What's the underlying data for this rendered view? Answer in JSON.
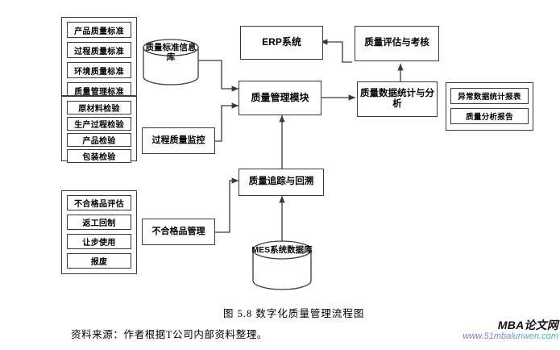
{
  "diagram": {
    "groups": [
      {
        "name": "standards-group",
        "items": [
          "产品质量标准",
          "过程质量标准",
          "环境质量标准",
          "质量管理标准"
        ]
      },
      {
        "name": "inspection-group",
        "items": [
          "原材料检验",
          "生产过程检验",
          "产品检验",
          "包装检验"
        ]
      },
      {
        "name": "nonconforming-group",
        "items": [
          "不合格品评估",
          "返工回制",
          "让步使用",
          "报废"
        ]
      },
      {
        "name": "reports-group",
        "items": [
          "异常数据统计报表",
          "质量分析报告"
        ]
      }
    ],
    "nodes": {
      "standards_db": "质量标准信息库",
      "process_monitor": "过程质量监控",
      "nonconforming_mgmt": "不合格品管理",
      "erp_system": "ERP系统",
      "quality_module": "质量管理模块",
      "quality_assessment": "质量评估与考核",
      "data_analysis": "质量数据统计与分析",
      "quality_tracing": "质量追踪与回溯",
      "mes_db": "MES系统数据库"
    },
    "colors": {
      "stroke": "#3a3a3a",
      "fill": "#ffffff",
      "text": "#000000"
    }
  },
  "captions": {
    "figure": "图 5.8  数字化质量管理流程图",
    "source": "资料来源：作者根据T公司内部资料整理。"
  },
  "watermark": {
    "title": "MBA论文网",
    "url": "www.51mbalunwen.com"
  }
}
